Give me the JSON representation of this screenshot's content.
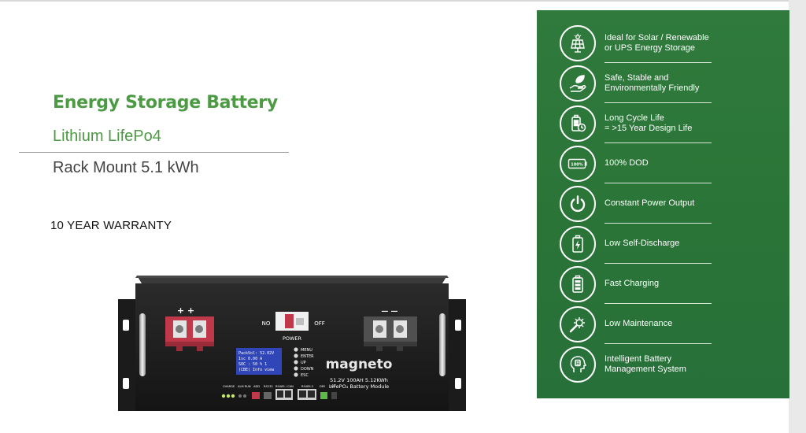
{
  "product": {
    "title": "Energy Storage Battery",
    "subtitle": "Lithium LifePo4",
    "spec": "Rack Mount 5.1 kWh",
    "warranty": "10 YEAR WARRANTY"
  },
  "battery_image": {
    "terminal_positive": "+ +",
    "terminal_negative": "— —",
    "switch_on": "NO",
    "switch_off": "OFF",
    "switch_label": "POWER",
    "lcd_lines": [
      "PackVol: 52.02V",
      "Isc   0.00 A",
      "SOC : 50 % 1",
      "(CBE) Info view"
    ],
    "buttons": [
      "MENU",
      "ENTER",
      "UP",
      "DOWN",
      "ESC"
    ],
    "brand": "magneto",
    "model_line1": "51.2V 100AH 5.12KWh",
    "model_line2": "LiFePO₄ Battery Module",
    "port_labels": [
      "CHARGE",
      "ALM RUN",
      "ADD",
      "RS232",
      "RS485 / CAN",
      "RS485-2",
      "DRY",
      "RST"
    ]
  },
  "features": [
    {
      "icon": "solar-panel-icon",
      "line1": "Ideal for Solar / Renewable",
      "line2": "or UPS Energy Storage"
    },
    {
      "icon": "hand-leaf-icon",
      "line1": "Safe, Stable and",
      "line2": "Environmentally Friendly"
    },
    {
      "icon": "battery-clock-icon",
      "line1": "Long Cycle Life",
      "line2": "= >15 Year Design Life"
    },
    {
      "icon": "battery-full-icon",
      "line1": "100% DOD",
      "line2": "",
      "badge": "100%"
    },
    {
      "icon": "power-icon",
      "line1": "Constant Power Output",
      "line2": ""
    },
    {
      "icon": "battery-bolt-icon",
      "line1": "Low Self-Discharge",
      "line2": ""
    },
    {
      "icon": "battery-charging-icon",
      "line1": "Fast Charging",
      "line2": ""
    },
    {
      "icon": "wrench-gear-icon",
      "line1": "Low Maintenance",
      "line2": ""
    },
    {
      "icon": "head-chip-icon",
      "line1": "Intelligent Battery",
      "line2": "Management System"
    }
  ],
  "colors": {
    "accent_green": "#4c9a43",
    "panel_green": "#2d773a",
    "text_dark": "#444444"
  }
}
